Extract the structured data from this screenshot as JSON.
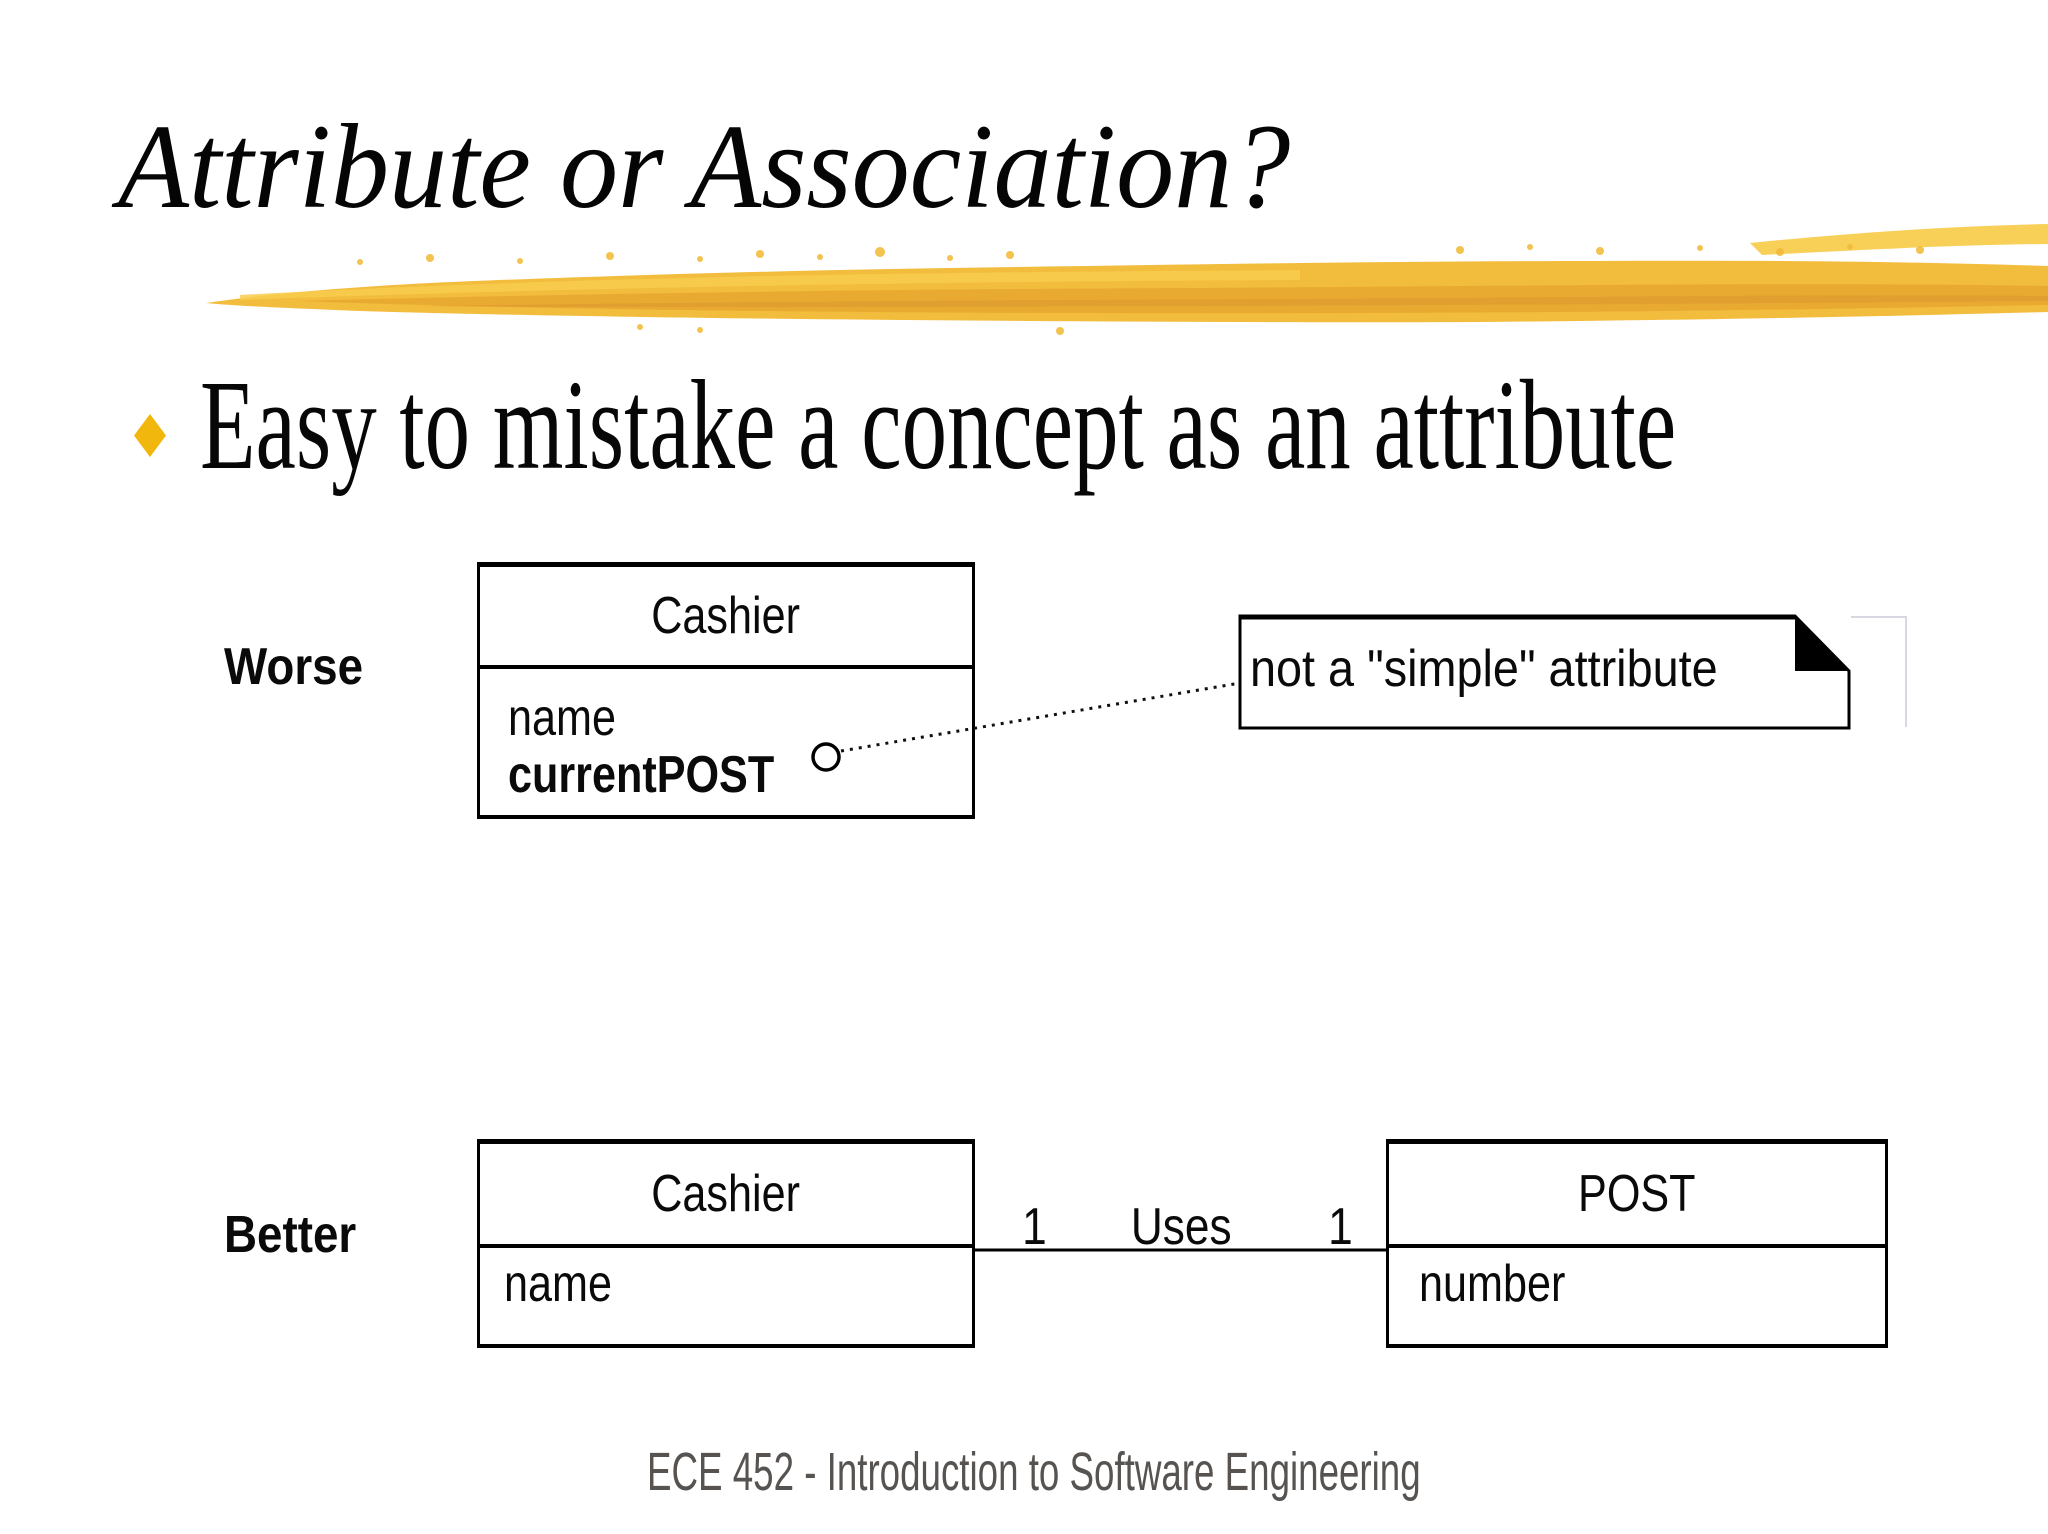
{
  "slide": {
    "title": "Attribute or Association?",
    "bullet": {
      "text": "Easy to mistake a concept as an attribute"
    },
    "footer": "ECE 452 - Introduction to Software Engineering"
  },
  "diagram": {
    "worse": {
      "label": "Worse",
      "class_box": {
        "title": "Cashier",
        "attributes": [
          "name",
          "currentPOST"
        ]
      },
      "note": {
        "text": "not a \"simple\" attribute"
      }
    },
    "better": {
      "label": "Better",
      "cashier_box": {
        "title": "Cashier",
        "attributes": [
          "name"
        ]
      },
      "post_box": {
        "title": "POST",
        "attributes": [
          "number"
        ]
      },
      "association": {
        "name": "Uses",
        "left_multiplicity": "1",
        "right_multiplicity": "1"
      }
    }
  },
  "colors": {
    "bullet_diamond": "#F2B70D",
    "brush_base": "#F2BC3C",
    "brush_dark": "#E5A22E",
    "brush_light": "#F8CC4E",
    "footer_text": "#575350",
    "line_black": "#000000"
  }
}
